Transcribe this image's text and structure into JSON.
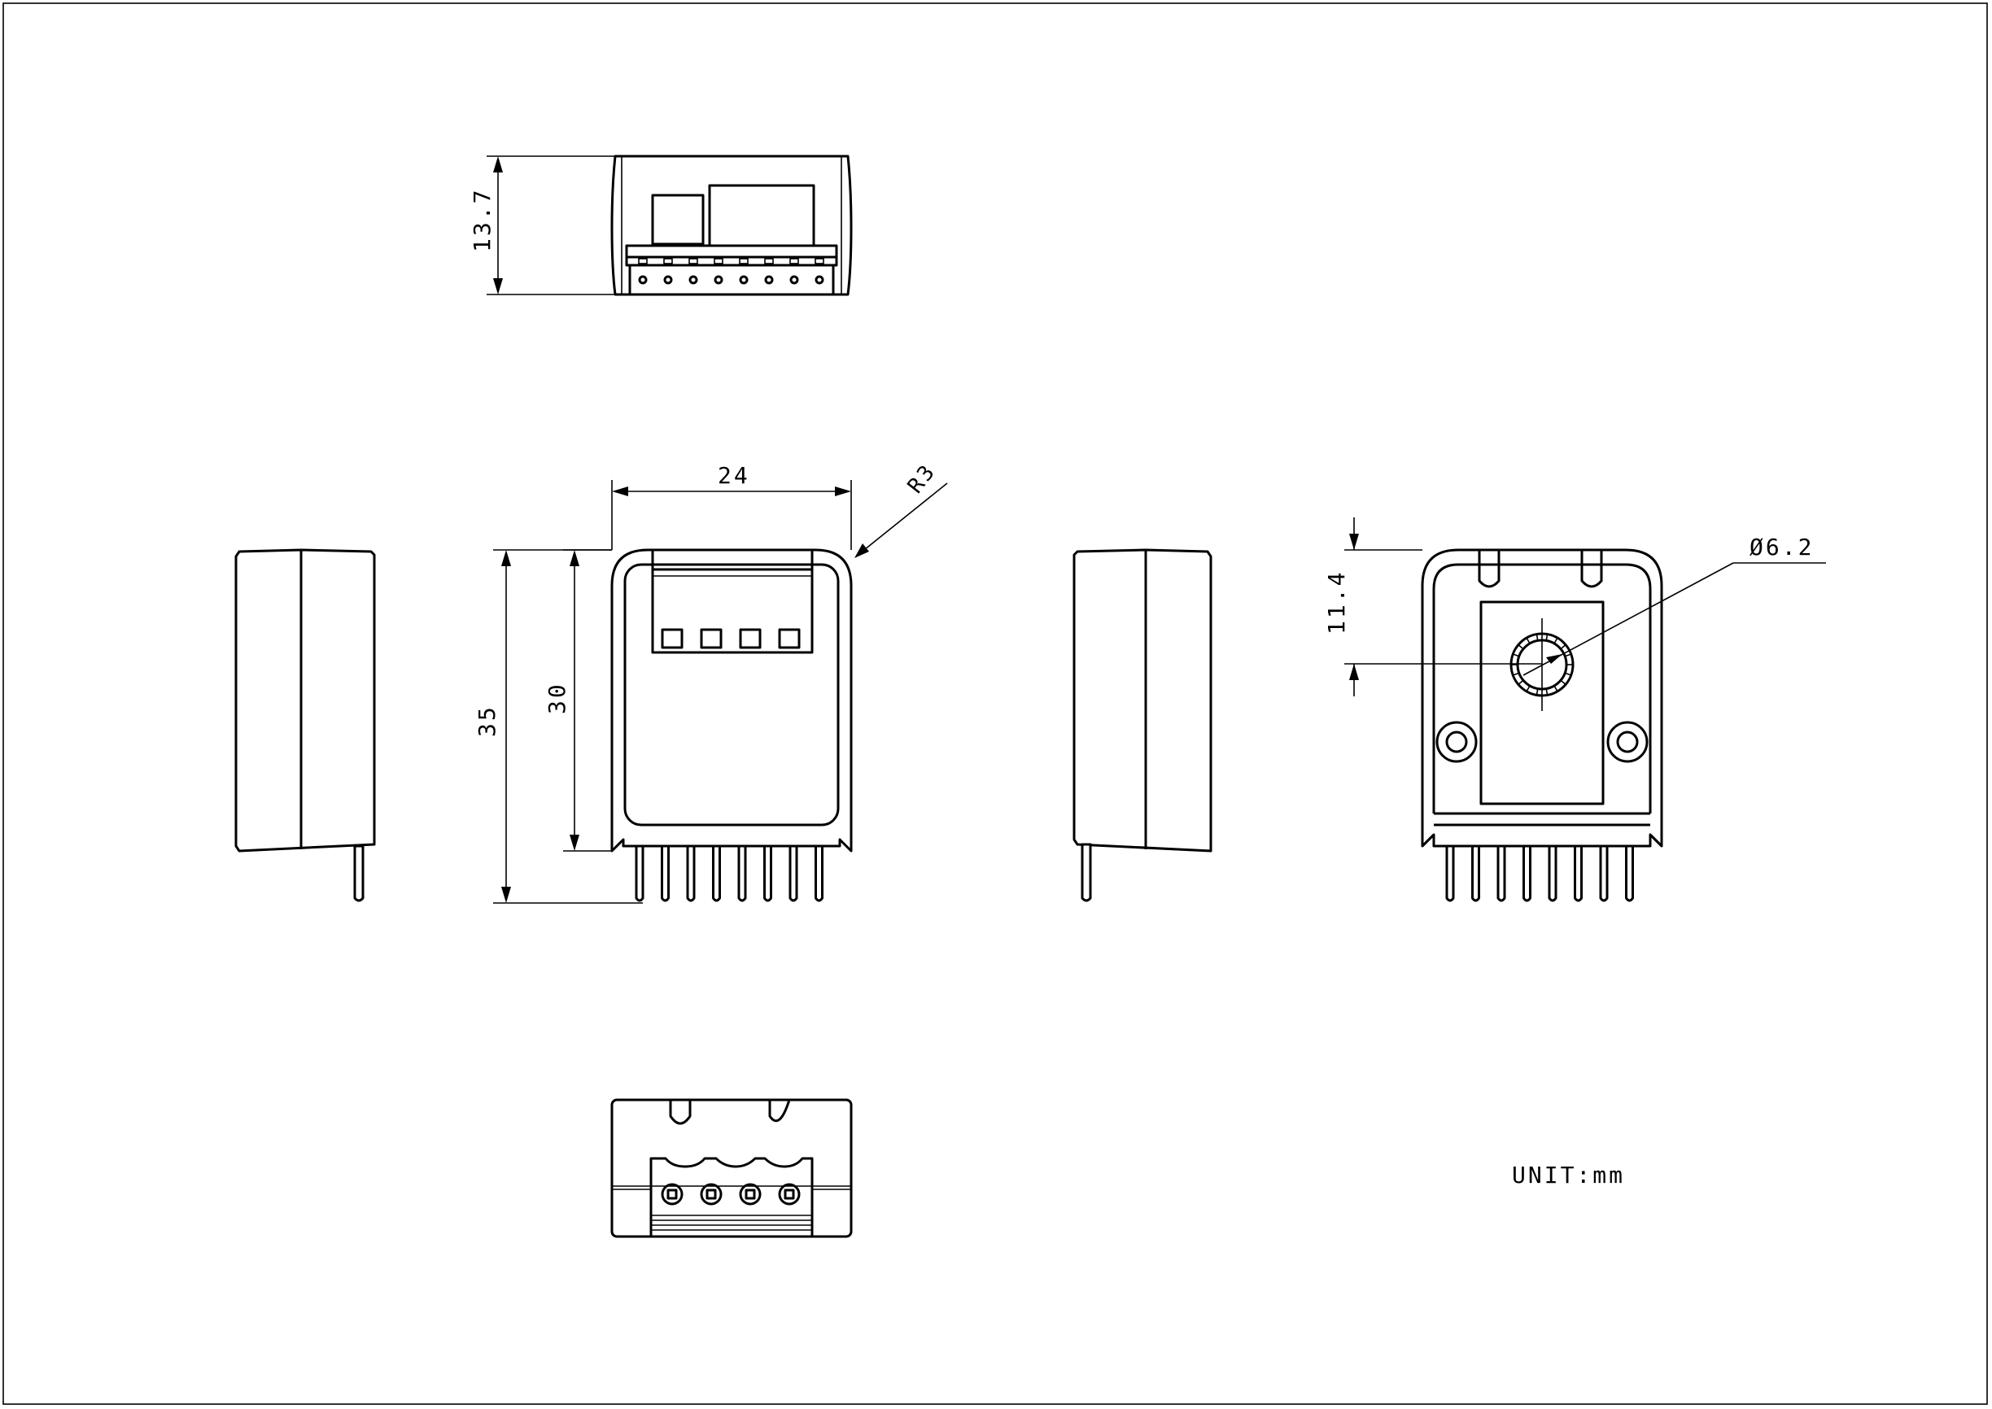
{
  "drawing": {
    "unit_note": "UNIT:mm",
    "dimensions": {
      "top_height": "13.7",
      "front_width": "24",
      "corner_radius": "R3",
      "total_height": "35",
      "body_height": "30",
      "knob_offset": "11.4",
      "knob_diameter": "Ø6.2"
    },
    "views": {
      "top": "top-view",
      "front": "front-view",
      "left_side": "left-side-view",
      "right_side": "right-side-view",
      "rear": "rear-view",
      "bottom": "bottom-view"
    },
    "colors": {
      "line": "#000000",
      "background": "#ffffff"
    },
    "pin_count": 8,
    "terminal_count": 4
  }
}
